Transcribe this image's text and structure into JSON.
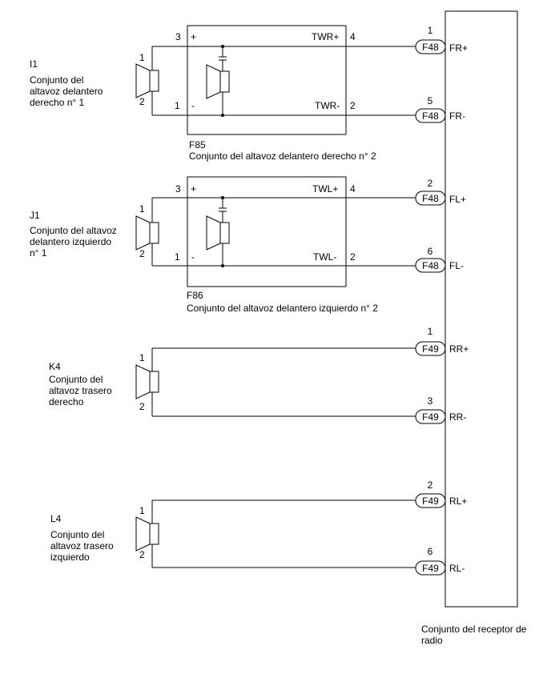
{
  "radio": {
    "label_line1": "Conjunto del receptor de",
    "label_line2": "radio"
  },
  "speakers": [
    {
      "code": "I1",
      "line1": "Conjunto del",
      "line2": "altavoz delantero",
      "line3": "derecho n° 1",
      "pin_top": "1",
      "pin_bottom": "2"
    },
    {
      "code": "J1",
      "line1": "Conjunto del altavoz",
      "line2": "delantero izquierdo",
      "line3": "n° 1",
      "pin_top": "1",
      "pin_bottom": "2"
    },
    {
      "code": "K4",
      "line1": "Conjunto del",
      "line2": "altavoz trasero",
      "line3": "derecho",
      "pin_top": "1",
      "pin_bottom": "2"
    },
    {
      "code": "L4",
      "line1": "Conjunto del",
      "line2": "altavoz trasero",
      "line3": "izquierdo",
      "pin_top": "1",
      "pin_bottom": "2"
    }
  ],
  "tweeters": [
    {
      "code": "F85",
      "name": "Conjunto del altavoz delantero derecho n° 2",
      "in_pos_pin": "3",
      "in_neg_pin": "1",
      "plus": "+",
      "minus": "-",
      "out_pos_label": "TWR+",
      "out_neg_label": "TWR-",
      "out_pos_pin": "4",
      "out_neg_pin": "2"
    },
    {
      "code": "F86",
      "name": "Conjunto del altavoz delantero izquierdo n° 2",
      "in_pos_pin": "3",
      "in_neg_pin": "1",
      "plus": "+",
      "minus": "-",
      "out_pos_label": "TWL+",
      "out_neg_label": "TWL-",
      "out_pos_pin": "4",
      "out_neg_pin": "2"
    }
  ],
  "connectors": [
    {
      "connector": "F48",
      "pin": "1",
      "signal": "FR+"
    },
    {
      "connector": "F48",
      "pin": "5",
      "signal": "FR-"
    },
    {
      "connector": "F48",
      "pin": "2",
      "signal": "FL+"
    },
    {
      "connector": "F48",
      "pin": "6",
      "signal": "FL-"
    },
    {
      "connector": "F49",
      "pin": "1",
      "signal": "RR+"
    },
    {
      "connector": "F49",
      "pin": "3",
      "signal": "RR-"
    },
    {
      "connector": "F49",
      "pin": "2",
      "signal": "RL+"
    },
    {
      "connector": "F49",
      "pin": "6",
      "signal": "RL-"
    }
  ]
}
